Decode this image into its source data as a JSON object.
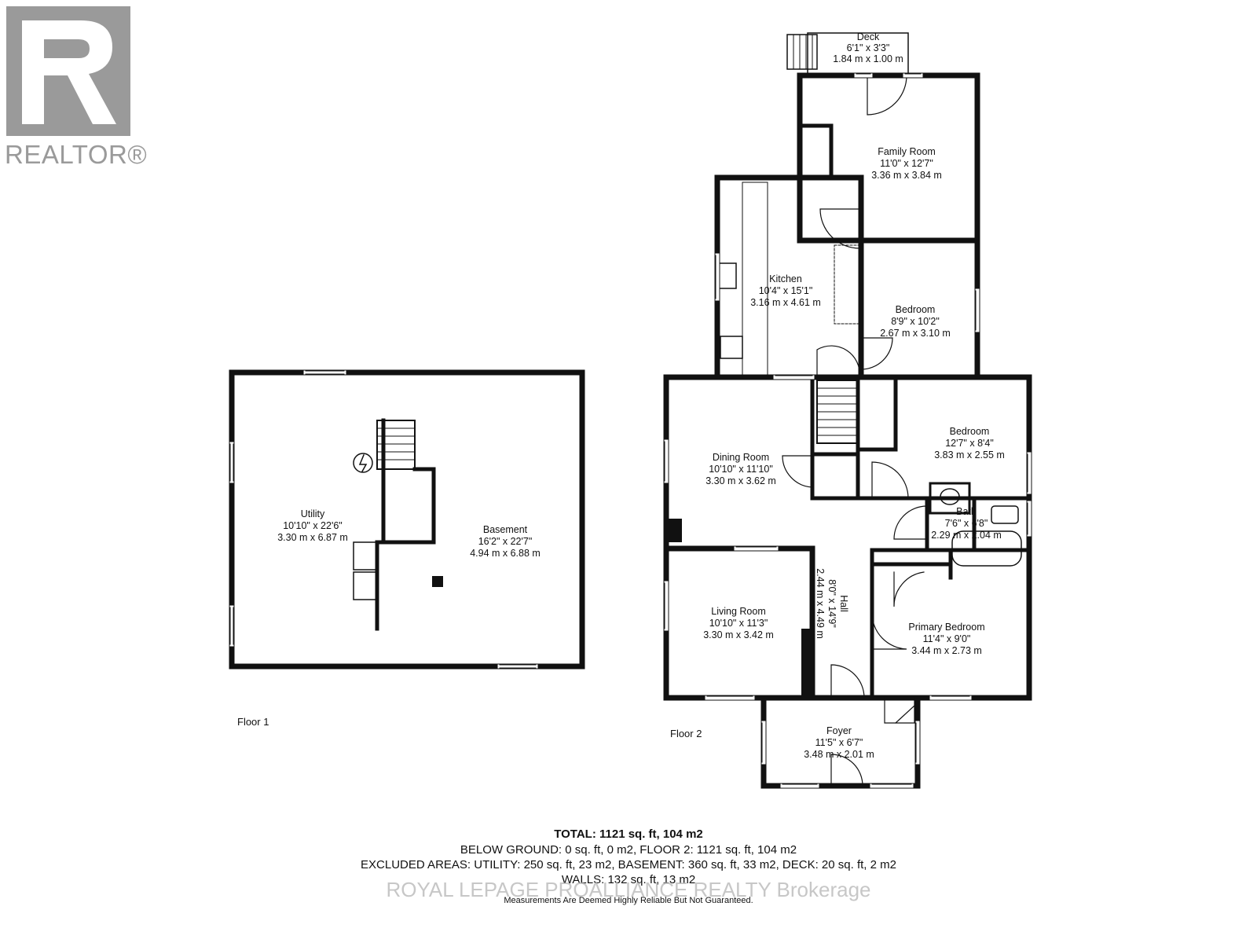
{
  "logo": {
    "text": "REALTOR®",
    "color": "#9a9a9a"
  },
  "floors": [
    {
      "label": "Floor 1",
      "rooms": [
        {
          "name": "Utility",
          "imperial": "10'10\" x 22'6\"",
          "metric": "3.30 m x 6.87 m"
        },
        {
          "name": "Basement",
          "imperial": "16'2\" x 22'7\"",
          "metric": "4.94 m x 6.88 m"
        }
      ]
    },
    {
      "label": "Floor 2",
      "rooms": [
        {
          "name": "Deck",
          "imperial": "6'1\" x 3'3\"",
          "metric": "1.84 m x 1.00 m"
        },
        {
          "name": "Family Room",
          "imperial": "11'0\" x 12'7\"",
          "metric": "3.36 m x 3.84 m"
        },
        {
          "name": "Kitchen",
          "imperial": "10'4\" x 15'1\"",
          "metric": "3.16 m x 4.61 m"
        },
        {
          "name": "Bedroom",
          "imperial": "8'9\" x 10'2\"",
          "metric": "2.67 m x 3.10 m"
        },
        {
          "name": "Bedroom",
          "imperial": "12'7\" x 8'4\"",
          "metric": "3.83 m x 2.55 m"
        },
        {
          "name": "Dining Room",
          "imperial": "10'10\" x 11'10\"",
          "metric": "3.30 m x 3.62 m"
        },
        {
          "name": "Bath",
          "imperial": "7'6\" x 6'8\"",
          "metric": "2.29 m x 2.04 m"
        },
        {
          "name": "Living Room",
          "imperial": "10'10\" x 11'3\"",
          "metric": "3.30 m x 3.42 m"
        },
        {
          "name": "Hall",
          "imperial": "8'0\" x 14'9\"",
          "metric": "2.44 m x 4.49 m"
        },
        {
          "name": "Primary Bedroom",
          "imperial": "11'4\" x 9'0\"",
          "metric": "3.44 m x 2.73 m"
        },
        {
          "name": "Foyer",
          "imperial": "11'5\" x 6'7\"",
          "metric": "3.48 m x 2.01 m"
        }
      ]
    }
  ],
  "summary": {
    "total": "TOTAL: 1121 sq. ft, 104 m2",
    "below_ground": "BELOW GROUND: 0 sq. ft, 0 m2, FLOOR 2: 1121 sq. ft, 104 m2",
    "excluded": "EXCLUDED AREAS: UTILITY: 250 sq. ft, 23 m2, BASEMENT: 360 sq. ft, 33 m2, DECK: 20 sq. ft, 2 m2",
    "walls": "WALLS: 132 sq. ft, 13 m2",
    "watermark": "ROYAL LEPAGE PROALLIANCE REALTY Brokerage",
    "disclaimer": "Measurements Are Deemed Highly Reliable But Not Guaranteed."
  }
}
